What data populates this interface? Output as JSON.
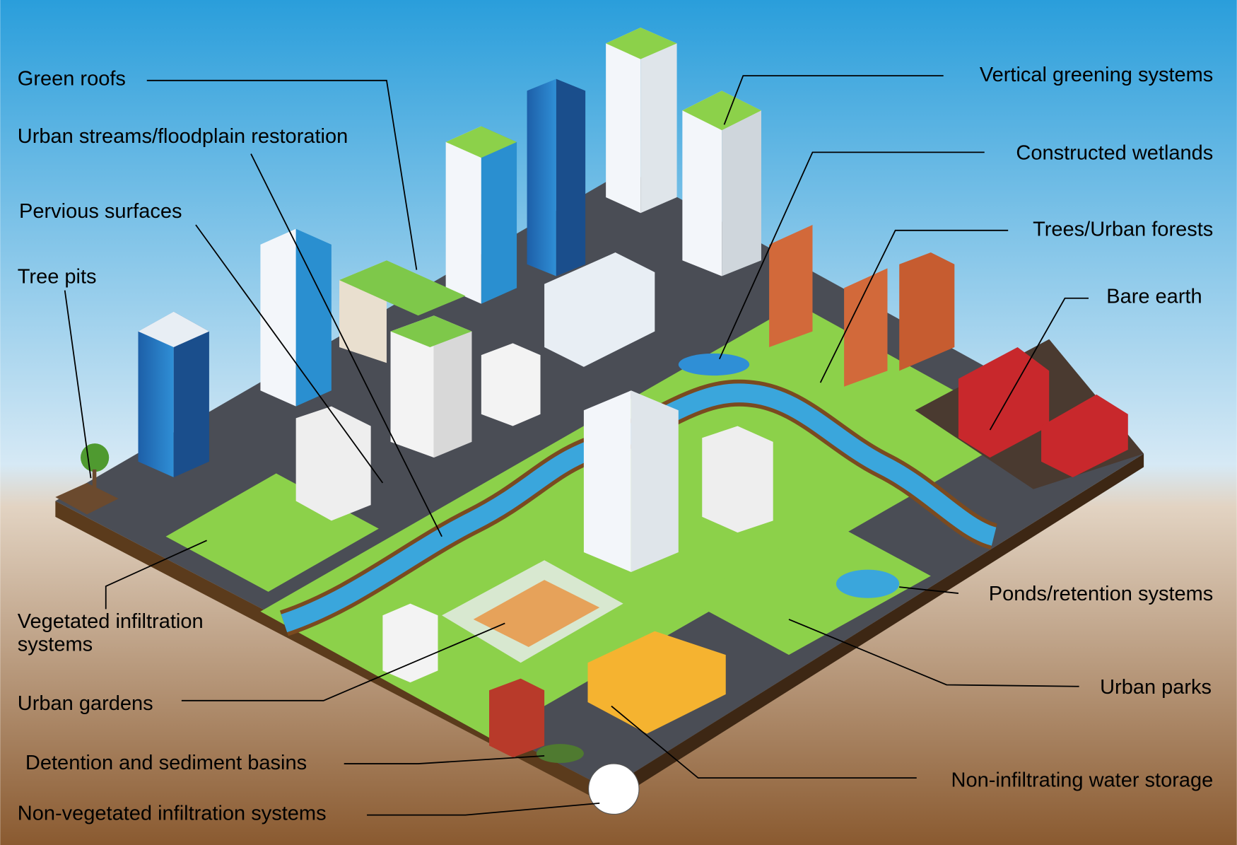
{
  "labels_left": [
    {
      "id": "green-roofs",
      "text": "Green roofs"
    },
    {
      "id": "urban-streams",
      "text": "Urban streams/floodplain restoration"
    },
    {
      "id": "pervious-surfaces",
      "text": "Pervious surfaces"
    },
    {
      "id": "tree-pits",
      "text": "Tree pits"
    },
    {
      "id": "vegetated-infiltration",
      "text": "Vegetated infiltration",
      "text2": "systems"
    },
    {
      "id": "urban-gardens",
      "text": "Urban gardens"
    },
    {
      "id": "detention-basins",
      "text": "Detention and sediment basins"
    },
    {
      "id": "non-vegetated-infiltration",
      "text": "Non-vegetated infiltration systems"
    }
  ],
  "labels_right": [
    {
      "id": "vertical-greening",
      "text": "Vertical greening systems"
    },
    {
      "id": "constructed-wetlands",
      "text": "Constructed wetlands"
    },
    {
      "id": "trees-urban-forests",
      "text": "Trees/Urban forests"
    },
    {
      "id": "bare-earth",
      "text": "Bare earth"
    },
    {
      "id": "ponds-retention",
      "text": "Ponds/retention systems"
    },
    {
      "id": "urban-parks",
      "text": "Urban parks"
    },
    {
      "id": "non-infiltrating-storage",
      "text": "Non-infiltrating water storage"
    }
  ],
  "colors": {
    "sky_top": "#2a9edb",
    "sky_mid": "#d6e9f5",
    "ground": "#8a5a30",
    "grass": "#8cd14a",
    "water": "#3aa6dc",
    "road": "#4a4d55"
  }
}
